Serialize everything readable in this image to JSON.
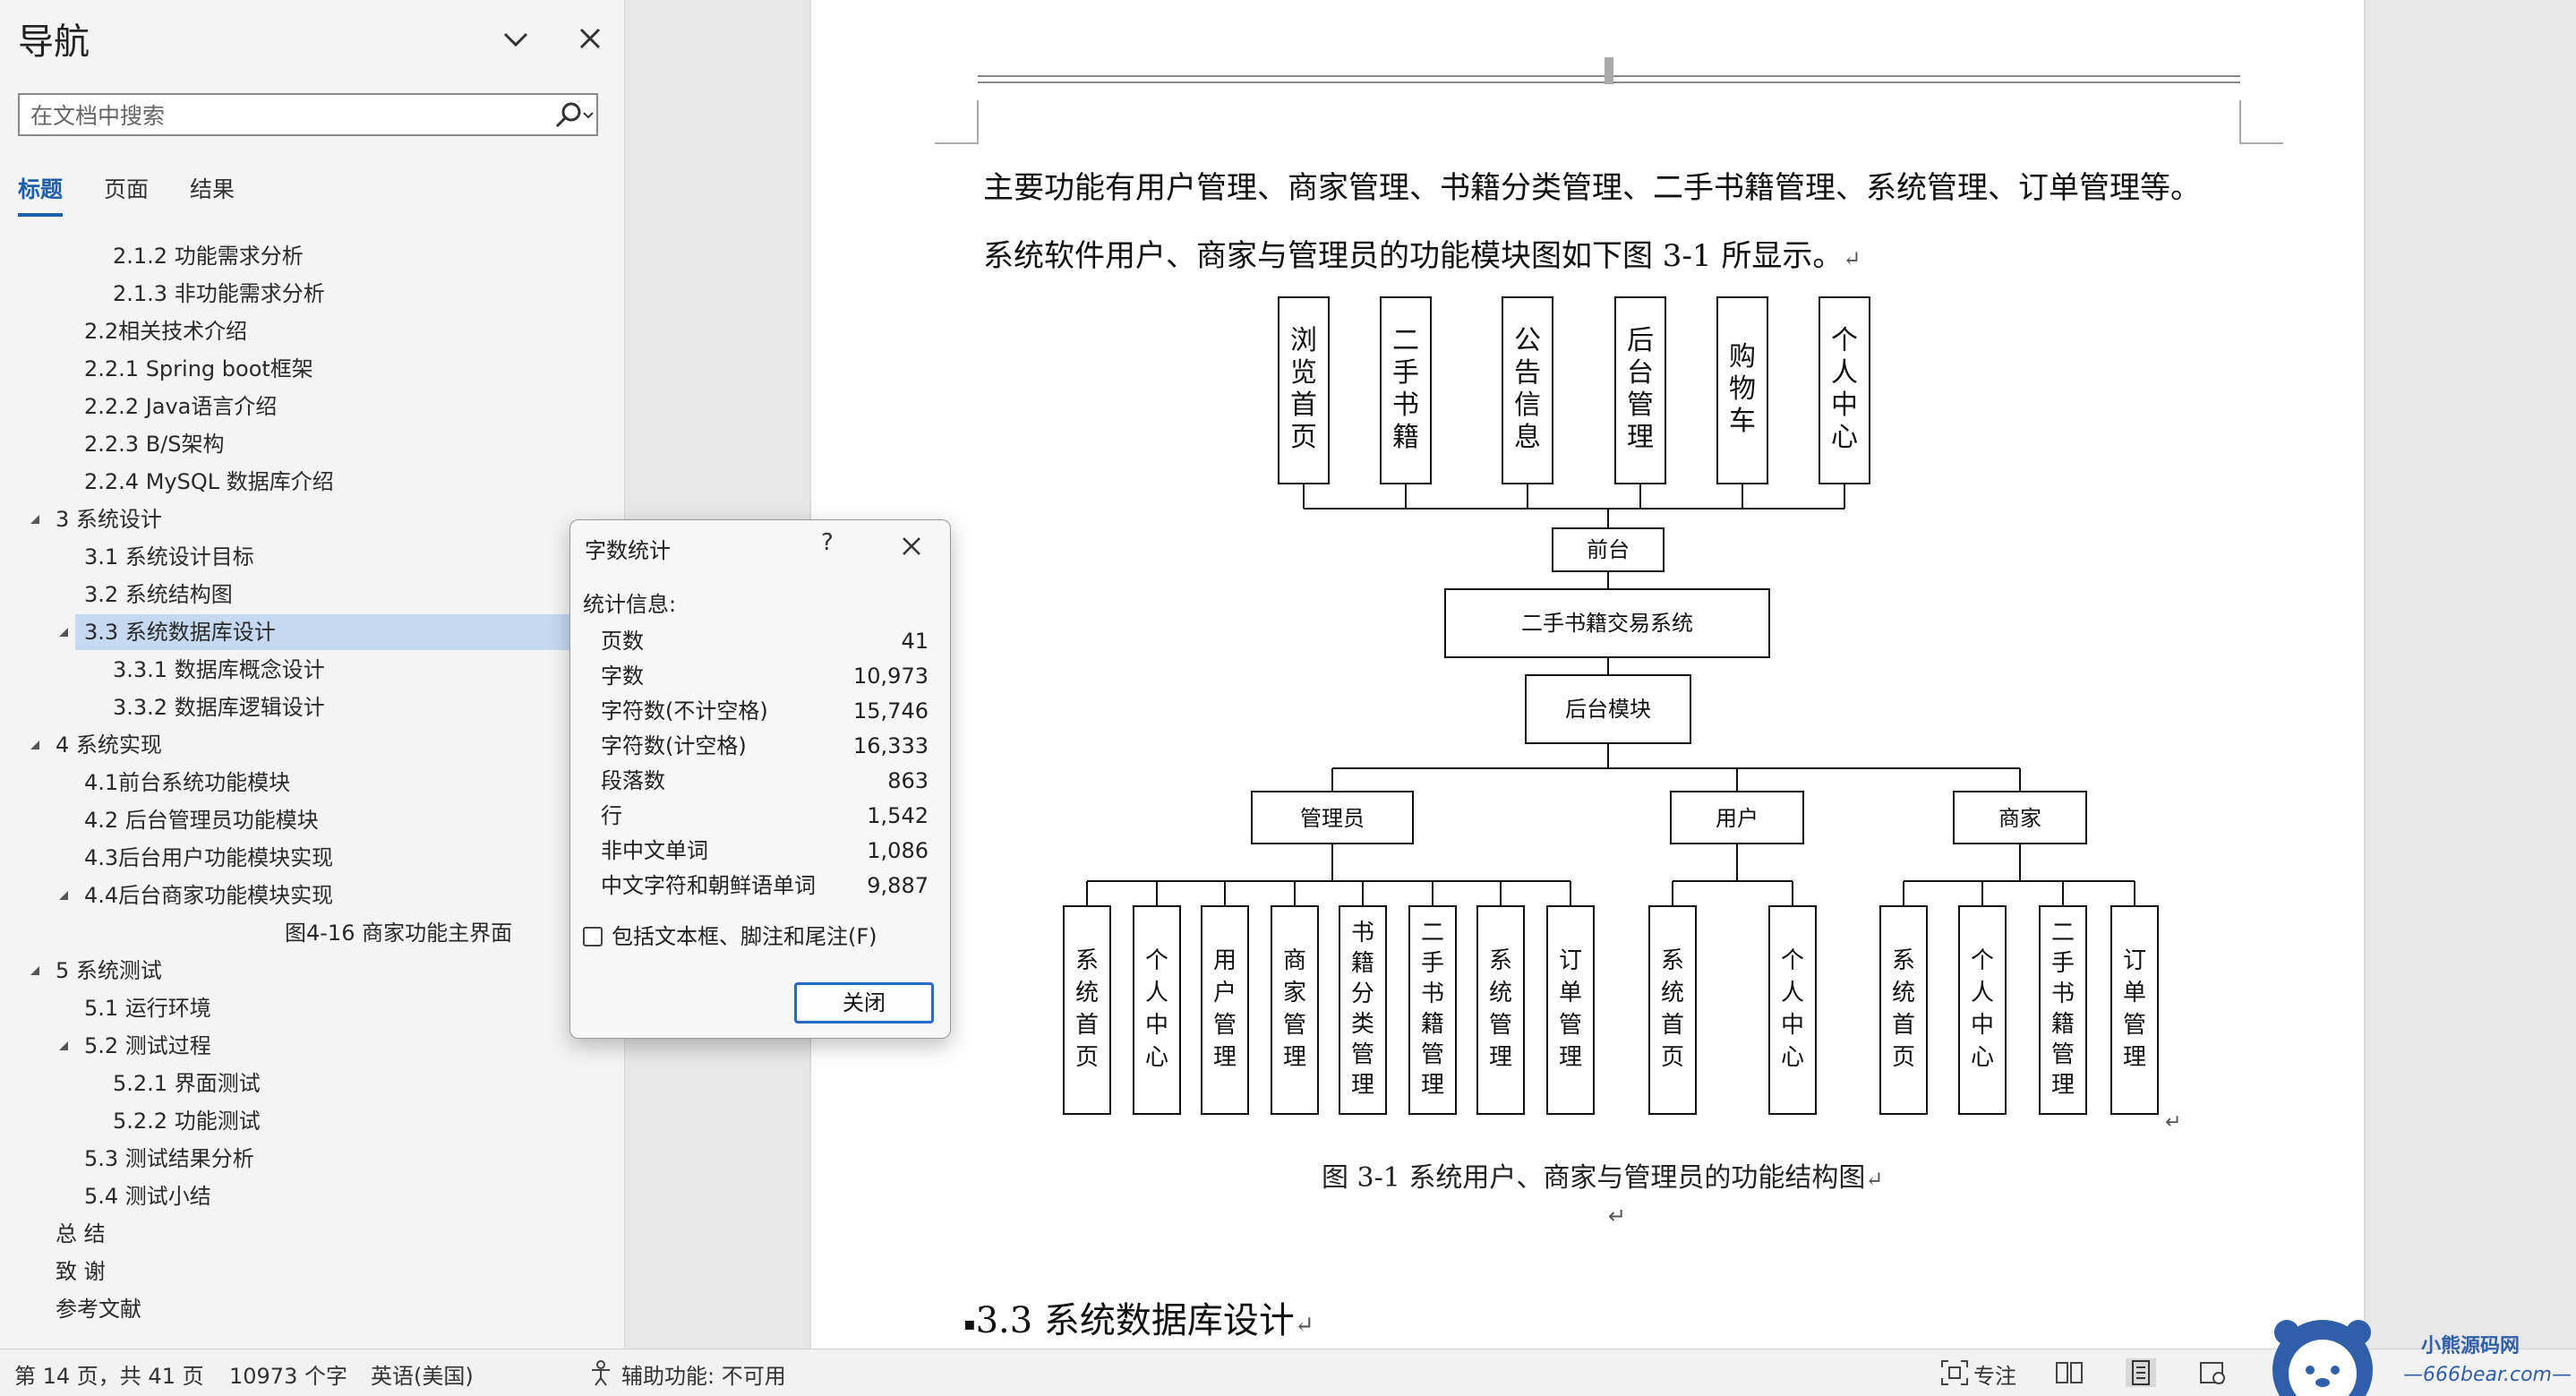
{
  "nav": {
    "title": "导航",
    "search_placeholder": "在文档中搜索",
    "tabs": [
      "标题",
      "页面",
      "结果"
    ],
    "items": [
      {
        "label": "2.1.2 功能需求分析",
        "level": 3
      },
      {
        "label": "2.1.3 非功能需求分析",
        "level": 3
      },
      {
        "label": "2.2相关技术介绍",
        "level": 2
      },
      {
        "label": "2.2.1 Spring boot框架",
        "level": 2
      },
      {
        "label": "2.2.2 Java语言介绍",
        "level": 2
      },
      {
        "label": "2.2.3 B/S架构",
        "level": 2
      },
      {
        "label": "2.2.4 MySQL 数据库介绍",
        "level": 2
      },
      {
        "label": "3 系统设计",
        "level": 1,
        "expanded": true
      },
      {
        "label": "3.1 系统设计目标",
        "level": 2
      },
      {
        "label": "3.2 系统结构图",
        "level": 2
      },
      {
        "label": "3.3 系统数据库设计",
        "level": 2,
        "expanded": true,
        "selected": true
      },
      {
        "label": "3.3.1 数据库概念设计",
        "level": 3
      },
      {
        "label": "3.3.2 数据库逻辑设计",
        "level": 3
      },
      {
        "label": "4 系统实现",
        "level": 1,
        "expanded": true
      },
      {
        "label": "4.1前台系统功能模块",
        "level": 2
      },
      {
        "label": "4.2 后台管理员功能模块",
        "level": 2
      },
      {
        "label": "4.3后台用户功能模块实现",
        "level": 2
      },
      {
        "label": "4.4后台商家功能模块实现",
        "level": 2,
        "expanded": true
      },
      {
        "label": "图4-16 商家功能主界面",
        "level": 4
      },
      {
        "label": "5 系统测试",
        "level": 1,
        "expanded": true
      },
      {
        "label": "5.1 运行环境",
        "level": 2
      },
      {
        "label": "5.2 测试过程",
        "level": 2,
        "expanded": true
      },
      {
        "label": "5.2.1 界面测试",
        "level": 3
      },
      {
        "label": "5.2.2 功能测试",
        "level": 3
      },
      {
        "label": "5.3 测试结果分析",
        "level": 2
      },
      {
        "label": "5.4 测试小结",
        "level": 2
      },
      {
        "label": "总 结",
        "level": 1
      },
      {
        "label": "致 谢",
        "level": 1
      },
      {
        "label": "参考文献",
        "level": 1
      }
    ]
  },
  "document": {
    "para1": "主要功能有用户管理、商家管理、书籍分类管理、二手书籍管理、系统管理、订单管理等。",
    "para2": "系统软件用户、商家与管理员的功能模块图如下图 3-1 所显示。",
    "caption": "图 3-1  系统用户、商家与管理员的功能结构图",
    "heading": "3.3  系统数据库设计",
    "return_mark": "↵"
  },
  "diagram": {
    "top_boxes": [
      "浏览首页",
      "二手书籍",
      "公告信息",
      "后台管理",
      "购物车",
      "个人中心"
    ],
    "front": "前台",
    "system": "二手书籍交易系统",
    "backend": "后台模块",
    "groups": [
      {
        "name": "管理员",
        "children": [
          "系统首页",
          "个人中心",
          "用户管理",
          "商家管理",
          "书籍分类管理",
          "二手书籍管理",
          "系统管理",
          "订单管理"
        ]
      },
      {
        "name": "用户",
        "children": [
          "系统首页",
          "个人中心"
        ]
      },
      {
        "name": "商家",
        "children": [
          "系统首页",
          "个人中心",
          "二手书籍管理",
          "订单管理"
        ]
      }
    ]
  },
  "dialog": {
    "title": "字数统计",
    "help": "?",
    "subtitle": "统计信息:",
    "stats": [
      {
        "k": "页数",
        "v": "41"
      },
      {
        "k": "字数",
        "v": "10,973"
      },
      {
        "k": "字符数(不计空格)",
        "v": "15,746"
      },
      {
        "k": "字符数(计空格)",
        "v": "16,333"
      },
      {
        "k": "段落数",
        "v": "863"
      },
      {
        "k": "行",
        "v": "1,542"
      },
      {
        "k": "非中文单词",
        "v": "1,086"
      },
      {
        "k": "中文字符和朝鲜语单词",
        "v": "9,887"
      }
    ],
    "checkbox_label": "包括文本框、脚注和尾注(F)",
    "checkbox_checked": false,
    "close_label": "关闭"
  },
  "status": {
    "page": "第 14 页，共 41 页",
    "words": "10973 个字",
    "language": "英语(美国)",
    "accessibility": "辅助功能: 不可用",
    "focus": "专注"
  },
  "watermark": {
    "name": "小熊源码网",
    "url": "—666bear.com—"
  },
  "colors": {
    "accent": "#1f5ea8",
    "selected_bg": "#c5d9f1"
  }
}
